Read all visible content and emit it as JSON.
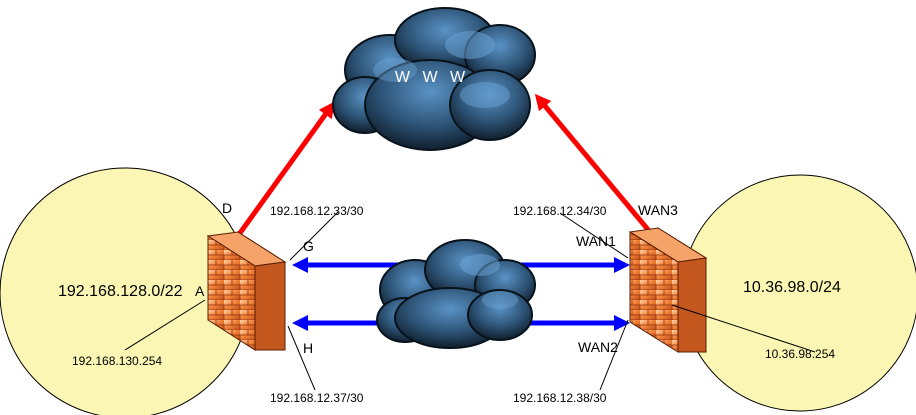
{
  "internet_cloud": {
    "label": "W W W"
  },
  "left_site": {
    "network": "192.168.128.0/22",
    "firewall_ip": "192.168.130.254",
    "port_a": "A",
    "port_d": "D",
    "port_g": "G",
    "port_h": "H",
    "ip_g": "192.168.12.33/30",
    "ip_h": "192.168.12.37/30"
  },
  "right_site": {
    "network": "10.36.98.0/24",
    "firewall_ip": "10.36.98.254",
    "wan1": "WAN1",
    "wan2": "WAN2",
    "wan3": "WAN3",
    "ip_wan1": "192.168.12.34/30",
    "ip_wan2": "192.168.12.38/30"
  },
  "colors": {
    "site_fill": "#fbf6b4",
    "internet_link": "#ff0000",
    "wan_link": "#0000ff",
    "firewall_brick": "#f07a2a",
    "cloud_dark": "#0f2030",
    "cloud_light": "#4f86b8"
  }
}
